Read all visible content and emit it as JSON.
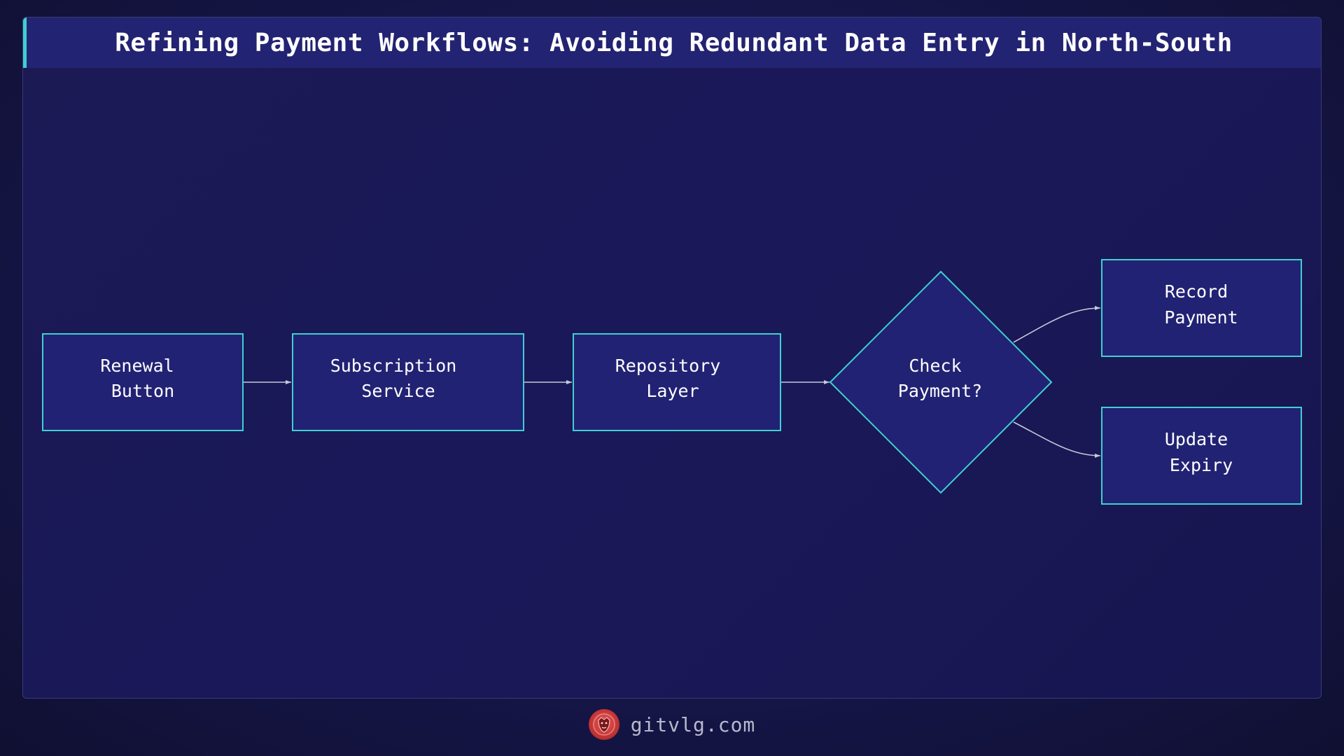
{
  "title": "Refining Payment Workflows: Avoiding Redundant Data Entry in North-South",
  "nodes": {
    "renewal_button": {
      "line1": "Renewal",
      "line2": "Button"
    },
    "subscription_service": {
      "line1": "Subscription",
      "line2": "Service"
    },
    "repository_layer": {
      "line1": "Repository",
      "line2": "Layer"
    },
    "check_payment": {
      "line1": "Check",
      "line2": "Payment?"
    },
    "record_payment": {
      "line1": "Record",
      "line2": "Payment"
    },
    "update_expiry": {
      "line1": "Update",
      "line2": "Expiry"
    }
  },
  "edges": [
    {
      "from": "Renewal Button",
      "to": "Subscription Service"
    },
    {
      "from": "Subscription Service",
      "to": "Repository Layer"
    },
    {
      "from": "Repository Layer",
      "to": "Check Payment?"
    },
    {
      "from": "Check Payment?",
      "to": "Record Payment"
    },
    {
      "from": "Check Payment?",
      "to": "Update Expiry"
    }
  ],
  "footer": {
    "site": "gitvlg.com",
    "logo_icon": "lion-icon"
  },
  "colors": {
    "background": "#16164a",
    "node_fill": "#222274",
    "node_stroke": "#3fd0d0",
    "title_bar": "#232373",
    "accent": "#3fd0d0",
    "logo": "#c23434"
  }
}
